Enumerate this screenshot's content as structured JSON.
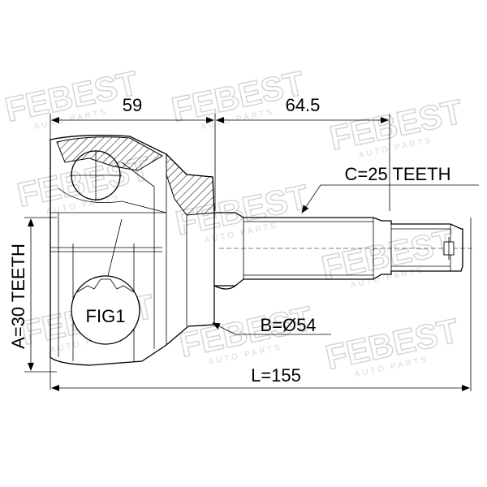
{
  "watermark": {
    "brand": "FEBEST",
    "tagline": "AUTO PARTS"
  },
  "dimensions": {
    "length_left": "59",
    "length_right": "64.5",
    "total_length": "L=155",
    "spline_outer": "C=25 TEETH",
    "spline_inner": "A=30 TEETH",
    "diameter": "B=Ø54"
  },
  "callout": {
    "fig": "FIG1"
  },
  "colors": {
    "line": "#000000",
    "watermark": "#d3d3d3"
  }
}
